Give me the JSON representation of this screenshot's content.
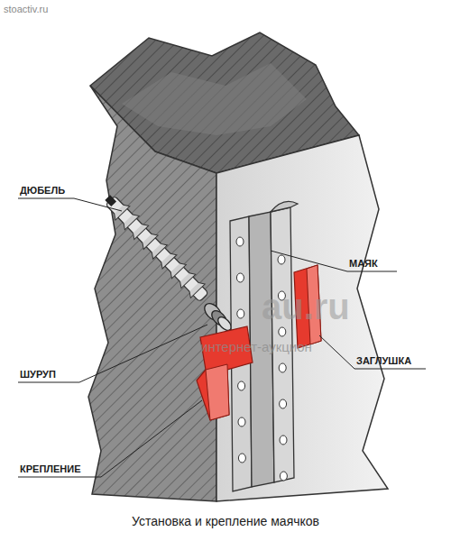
{
  "diagram": {
    "caption": "Установка и крепление маячков",
    "labels": [
      "stoactiv.ru",
      "ДЮБЕЛЬ",
      "ШУРУП",
      "КРЕПЛЕНИЕ",
      "МАЯК",
      "ЗАГЛУШКА",
      "au.ru",
      "интернет-аукцион"
    ]
  }
}
